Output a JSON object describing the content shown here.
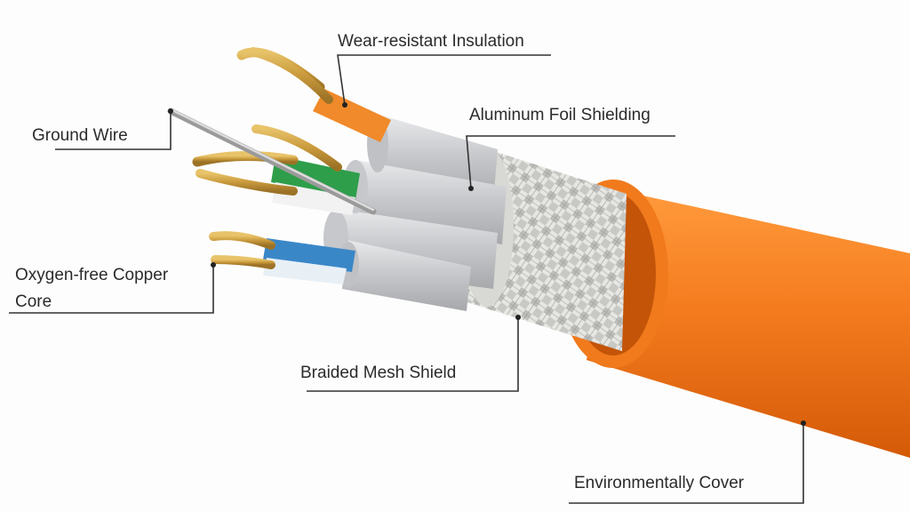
{
  "labels": {
    "wear_resistant_insulation": "Wear-resistant Insulation",
    "aluminum_foil_shielding": "Aluminum Foil Shielding",
    "ground_wire": "Ground Wire",
    "oxygen_free_copper_line1": "Oxygen-free Copper",
    "oxygen_free_copper_line2": "Core",
    "braided_mesh_shield": "Braided Mesh Shield",
    "environmentally_cover": "Environmentally Cover"
  },
  "colors": {
    "jacket": "#f47b1e",
    "jacket_shadow": "#d85f0c",
    "braid": "#d9d9d6",
    "foil": "#c9cbce",
    "copper": "#c99a3c",
    "leader_line": "#333333"
  }
}
